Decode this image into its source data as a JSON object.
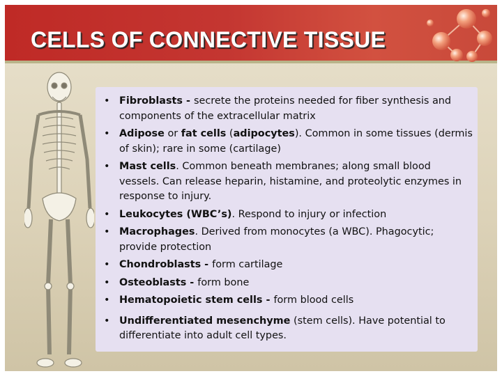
{
  "slide": {
    "title": "CELLS OF CONNECTIVE TISSUE",
    "bullet_glyph": "•",
    "items": [
      {
        "term": "Fibroblasts - ",
        "rest": "secrete the proteins needed for fiber synthesis and components of the extracellular matrix"
      },
      {
        "term": "Adipose",
        "rest": " or ",
        "term2": "fat cells",
        "rest2": " (",
        "term3": "adipocytes",
        "rest3": "). Common in some tissues (dermis of skin); rare in some (cartilage)"
      },
      {
        "term": "Mast cells",
        "rest": ". Common beneath membranes; along small blood vessels. Can release heparin, histamine, and proteolytic enzymes in response to injury."
      },
      {
        "term": "Leukocytes (WBC’s)",
        "rest": ". Respond to injury or infection"
      },
      {
        "term": "Macrophages",
        "rest": ". Derived from monocytes (a WBC). Phagocytic; provide protection"
      },
      {
        "term": "Chondroblasts - ",
        "rest": "form cartilage"
      },
      {
        "term": "Osteoblasts - ",
        "rest": "form bone"
      },
      {
        "term": "Hematopoietic stem cells - ",
        "rest": "form blood cells"
      },
      {
        "term": "Undifferentiated mesenchyme",
        "rest": " (stem cells). Have potential to differentiate into adult cell types."
      }
    ]
  },
  "colors": {
    "title_bar": "#c43631",
    "content_box": "#e6e0f1",
    "slide_background": "#e3dbc3"
  },
  "decor": {
    "top_right": "molecule-cluster-graphic",
    "left": "human-skeleton-illustration"
  }
}
